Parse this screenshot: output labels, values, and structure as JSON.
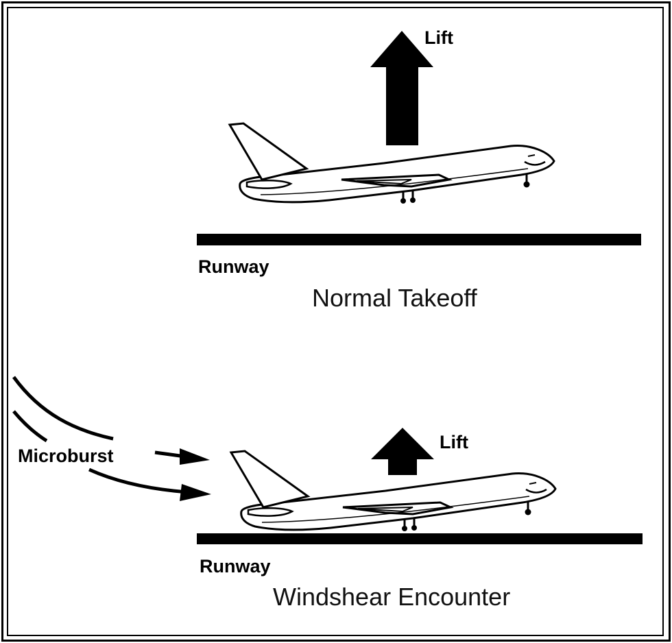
{
  "normal": {
    "lift_label": "Lift",
    "runway_label": "Runway",
    "caption": "Normal Takeoff"
  },
  "windshear": {
    "lift_label": "Lift",
    "runway_label": "Runway",
    "caption": "Windshear Encounter",
    "microburst_label": "Microburst"
  }
}
